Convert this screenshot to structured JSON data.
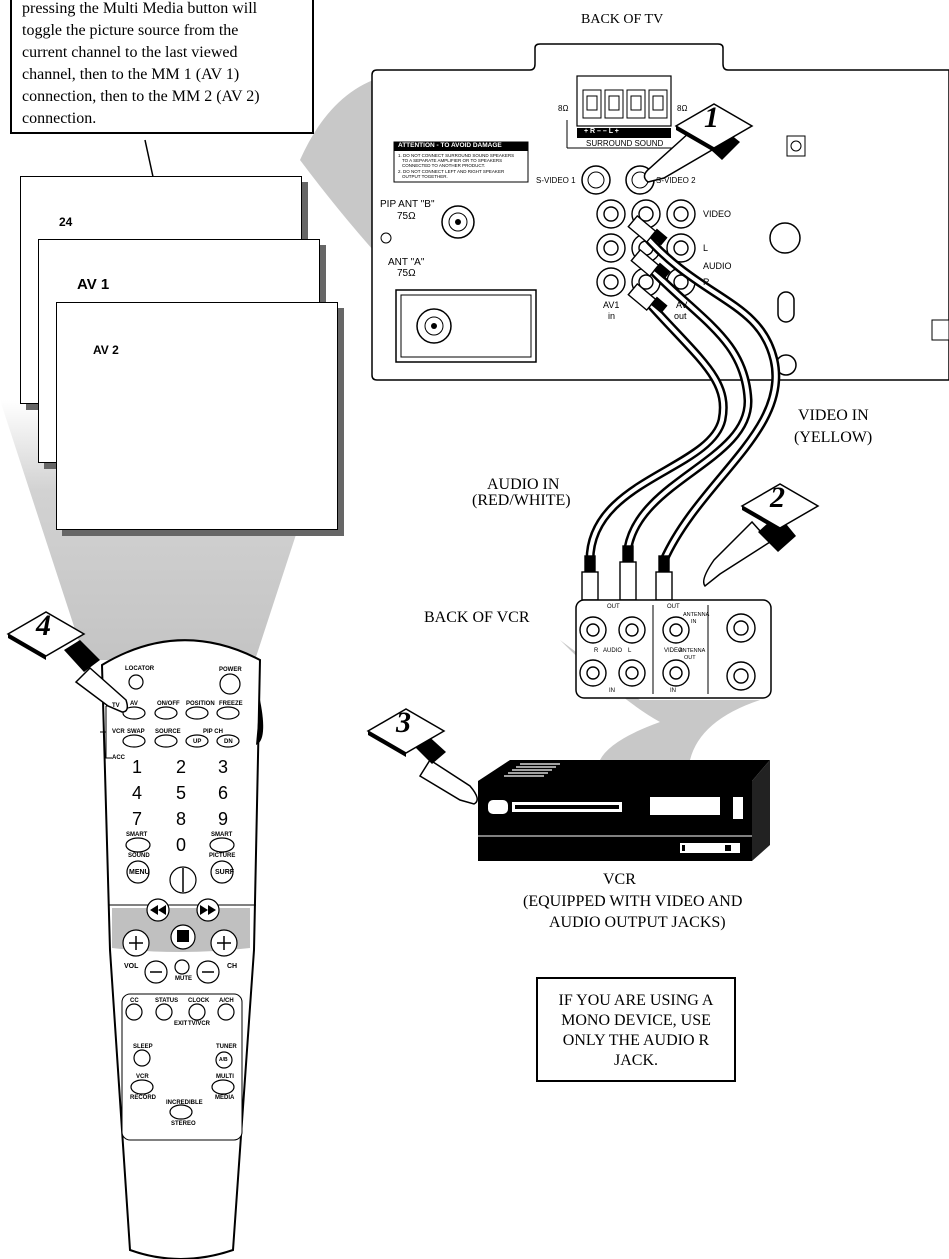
{
  "callout": {
    "lines": [
      "pressing the Multi Media button will",
      "toggle the picture source from the",
      "current channel to the last viewed",
      "channel, then to the MM 1 (AV 1)",
      "connection, then to the MM 2 (AV 2)",
      "connection."
    ]
  },
  "screens": [
    "24",
    "AV 1",
    "AV 2"
  ],
  "tv_back": {
    "title": "BACK OF TV",
    "ohm_left": "8Ω",
    "ohm_right": "8Ω",
    "speaker_terminals": "+ R –   – L +",
    "surround_sound": "SURROUND SOUND",
    "attention_title": "ATTENTION - TO AVOID DAMAGE",
    "attention_lines": [
      "1. DO NOT CONNECT SURROUND SOUND SPEAKERS",
      "TO A SEPARATE AMPLIFIER OR TO SPEAKERS",
      "CONNECTED TO ANOTHER PRODUCT.",
      "2. DO NOT CONNECT LEFT AND RIGHT SPEAKER",
      "OUTPUT TOGETHER."
    ],
    "s_video_1": "S-VIDEO 1",
    "s_video_2": "S-VIDEO 2",
    "pip_ant": "PIP ANT \"B\"",
    "pip_ohm": "75Ω",
    "ant_a": "ANT \"A\"",
    "ant_ohm": "75Ω",
    "video": "VIDEO",
    "l": "L",
    "audio": "AUDIO",
    "r": "R",
    "av1_in_1": "AV1",
    "av1_in_2": "in",
    "av_out_1": "AV",
    "av_out_2": "out"
  },
  "labels": {
    "video_in_1": "VIDEO IN",
    "video_in_2": "(YELLOW)",
    "audio_in_1": "AUDIO IN",
    "audio_in_2": "(RED/WHITE)",
    "back_of_vcr": "BACK OF VCR",
    "vcr_1": "VCR",
    "vcr_2": "(EQUIPPED WITH VIDEO AND",
    "vcr_3": "AUDIO OUTPUT JACKS)"
  },
  "vcr_back": {
    "out_left": "OUT",
    "out_right": "OUT",
    "antenna_in_1": "ANTENNA",
    "antenna_in_2": "IN",
    "antenna_out_1": "ANTENNA",
    "antenna_out_2": "OUT",
    "r": "R",
    "audio": "AUDIO",
    "l": "L",
    "video": "VIDEO",
    "in_left": "IN",
    "in_right": "IN"
  },
  "steps": [
    "1",
    "2",
    "3",
    "4"
  ],
  "note": {
    "lines": [
      "IF YOU ARE USING A",
      "MONO DEVICE, USE",
      "ONLY THE AUDIO R",
      "JACK."
    ]
  },
  "remote": {
    "locator": "LOCATOR",
    "power": "POWER",
    "tv": "TV",
    "vcr": "VCR",
    "acc": "ACC",
    "av": "AV",
    "on_off": "ON/OFF",
    "position": "POSITION",
    "freeze": "FREEZE",
    "swap": "SWAP",
    "source": "SOURCE",
    "pip_ch": "PIP CH",
    "up": "UP",
    "dn": "DN",
    "digits": [
      "1",
      "2",
      "3",
      "4",
      "5",
      "6",
      "7",
      "8",
      "9",
      "0"
    ],
    "smart_left": "SMART",
    "sound": "SOUND",
    "smart_right": "SMART",
    "picture": "PICTURE",
    "menu": "MENU",
    "surf": "SURF",
    "vol": "VOL",
    "ch": "CH",
    "mute": "MUTE",
    "cc": "CC",
    "status": "STATUS",
    "exit": "EXIT",
    "clock": "CLOCK",
    "tv_vcr": "TV/VCR",
    "a_ch": "A/CH",
    "sleep": "SLEEP",
    "tuner": "TUNER",
    "ab": "A/B",
    "vcr_btn": "VCR",
    "record": "RECORD",
    "multi": "MULTI",
    "media": "MEDIA",
    "incredible": "INCREDIBLE",
    "stereo": "STEREO"
  }
}
